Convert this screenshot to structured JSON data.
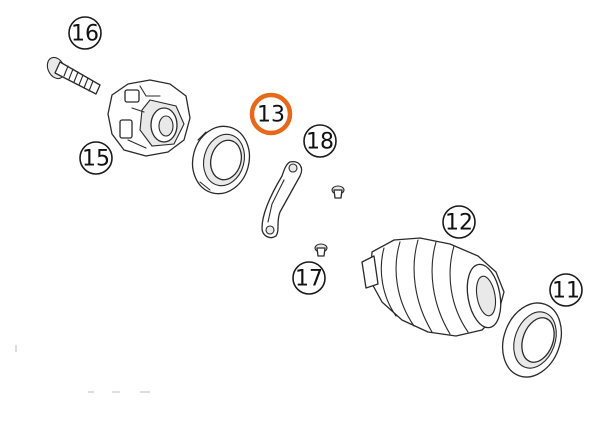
{
  "callouts": {
    "c16": "16",
    "c15": "15",
    "c13": "13",
    "c18": "18",
    "c12": "12",
    "c17": "17",
    "c11": "11"
  },
  "highlight_color": "#e8681a",
  "highlighted_part": "13"
}
